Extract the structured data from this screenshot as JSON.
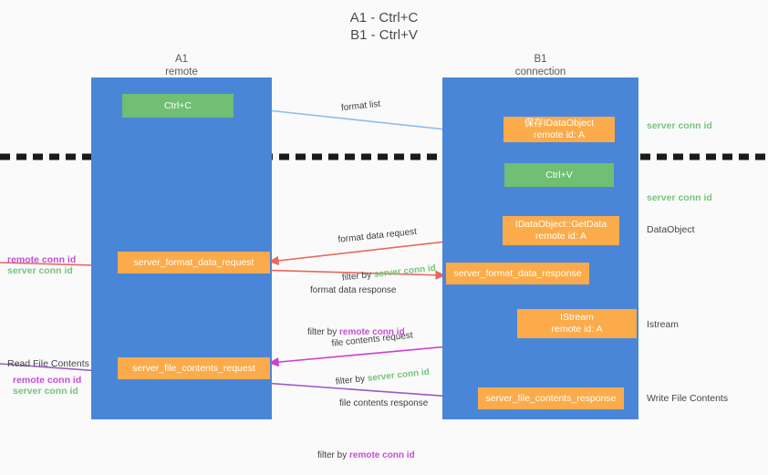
{
  "title": "A1 - Ctrl+C\nB1 - Ctrl+V",
  "lanes": [
    {
      "id": "a1",
      "header": "A1\nremote"
    },
    {
      "id": "b1",
      "header": "B1\nconnection"
    }
  ],
  "nodes": {
    "ctrl_c": "Ctrl+C",
    "ctrl_v": "Ctrl+V",
    "save_idataobject": "保存IDataObject\nremote id: A",
    "getdata": "IDataObject::GetData\nremote id: A",
    "istream": "IStream\nremote id: A",
    "server_format_data_request": "server_format_data_request",
    "server_format_data_response": "server_format_data_response",
    "server_file_contents_request": "server_file_contents_request",
    "server_file_contents_response": "server_file_contents_response"
  },
  "right_labels": {
    "server_conn_id_top": "server conn id",
    "server_conn_id_mid": "server conn id",
    "dataobject": "DataObject",
    "istream": "Istream",
    "write_file_contents": "Write File Contents"
  },
  "left_labels": {
    "remote_conn_id_1": "remote conn id",
    "server_conn_id_1": "server conn id",
    "read_file_contents": "Read File Contents",
    "remote_conn_id_2": "remote conn id",
    "server_conn_id_2": "server conn id"
  },
  "edges": {
    "format_list": "format list",
    "format_data_request": "format data request",
    "format_data_request_filter_pre": "filter by ",
    "format_data_request_filter_em": "server conn id",
    "format_data_response": "format data response",
    "format_data_response_filter_pre": "filter by ",
    "format_data_response_filter_em": "remote conn id",
    "file_contents_request": "file contents request",
    "file_contents_request_filter_pre": "filter by ",
    "file_contents_request_filter_em": "server conn id",
    "file_contents_response": "file contents response",
    "file_contents_response_filter_pre": "filter by ",
    "file_contents_response_filter_em": "remote conn id"
  },
  "colors": {
    "lane": "#4a86d8",
    "green_node": "#70bf73",
    "orange_node": "#fbab49",
    "server_conn": "#76c47a",
    "remote_conn": "#c34fd4",
    "arrow_blue": "#8fbde8",
    "arrow_red": "#e8685e",
    "arrow_magenta": "#cf3fd0",
    "arrow_purple": "#9b59c6",
    "arrow_black": "#111111",
    "background": "#fafafa"
  }
}
